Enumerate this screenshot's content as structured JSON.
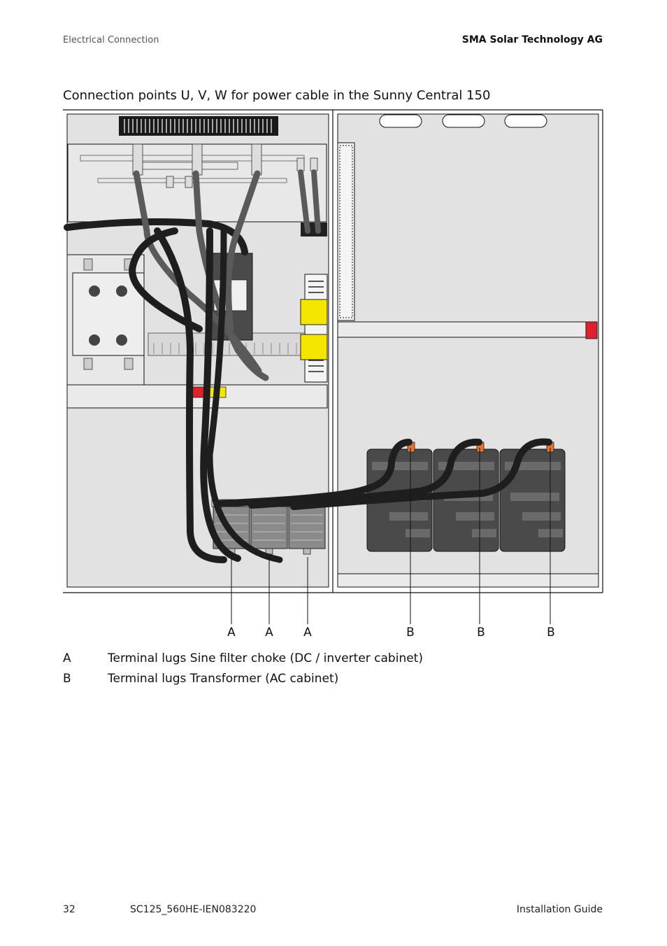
{
  "header": {
    "section": "Electrical Connection",
    "company": "SMA Solar Technology AG"
  },
  "figure": {
    "caption": "Connection points U, V, W for power cable in the Sunny Central 150",
    "callouts": [
      "A",
      "A",
      "A",
      "B",
      "B",
      "B"
    ]
  },
  "legend": [
    {
      "key": "A",
      "text": "Terminal lugs Sine filter choke (DC / inverter cabinet)"
    },
    {
      "key": "B",
      "text": "Terminal lugs Transformer (AC cabinet)"
    }
  ],
  "footer": {
    "page": "32",
    "doc_id": "SC125_560HE-IEN083220",
    "doc_type": "Installation Guide"
  },
  "colors": {
    "cabinet_fill": "#e2e2e2",
    "cable": "#1e1e1e",
    "transformer": "#4a4a4a",
    "yellow_terminal": "#f5e600",
    "red_terminal": "#e0202a",
    "lug_orange": "#e8702a"
  }
}
